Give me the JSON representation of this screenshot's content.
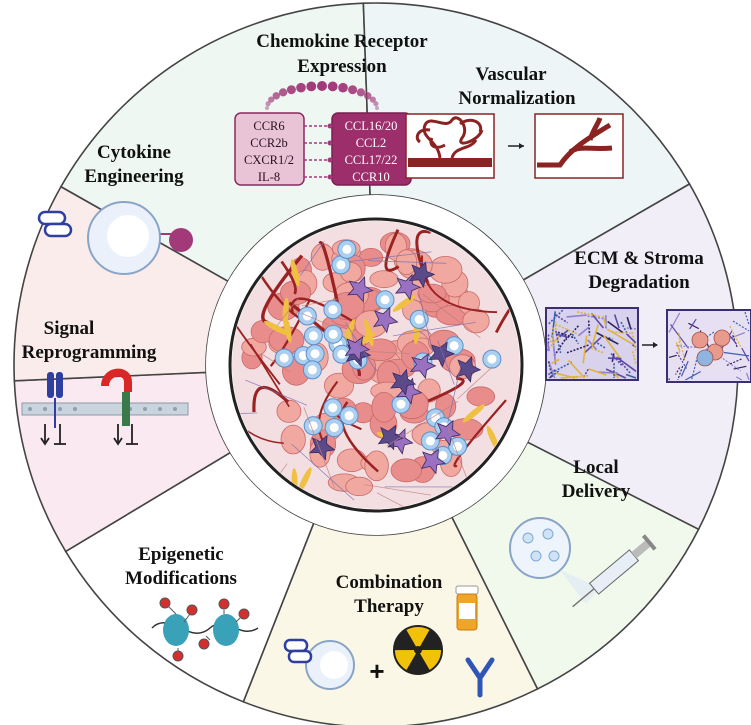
{
  "colors": {
    "seg_chemokine": "#eef7f2",
    "seg_vascular": "#eef5f7",
    "seg_ecm": "#f1eef8",
    "seg_local": "#f1f8ec",
    "seg_combination": "#fbf7e6",
    "seg_epigenetic": "#ffffff",
    "seg_signal": "#fbe9f1",
    "seg_cytokine": "#fbecec",
    "outline": "#444444",
    "magenta": "#a23a7a",
    "vessel": "#8c2323"
  },
  "segments": {
    "chemokine": {
      "line1": "Chemokine Receptor",
      "line2": "Expression"
    },
    "vascular": {
      "line1": "Vascular",
      "line2": "Normalization"
    },
    "ecm": {
      "line1": "ECM & Stroma",
      "line2": "Degradation"
    },
    "local": {
      "line1": "Local",
      "line2": "Delivery"
    },
    "combination": {
      "line1": "Combination",
      "line2": "Therapy",
      "plus": "+"
    },
    "epigenetic": {
      "line1": "Epigenetic",
      "line2": "Modifications"
    },
    "signal": {
      "line1": "Signal",
      "line2": "Reprogramming"
    },
    "cytokine": {
      "line1": "Cytokine",
      "line2": "Engineering"
    }
  },
  "receptors": [
    "CCR6",
    "CCR2b",
    "CXCR1/2",
    "IL-8"
  ],
  "ligands": [
    "CCL16/20",
    "CCL2",
    "CCL17/22",
    "CCR10"
  ],
  "icons": {
    "center": "tumor-microenvironment-icon",
    "vessels": "blood-vessel-icon",
    "ecm": "ecm-matrix-icon",
    "syringe": "syringe-icon",
    "pill": "pill-bottle-icon",
    "radiation": "radiation-icon",
    "antibody": "antibody-icon",
    "car": "car-t-cell-icon",
    "receptor": "receptor-icon",
    "nucleosome": "nucleosome-icon"
  }
}
